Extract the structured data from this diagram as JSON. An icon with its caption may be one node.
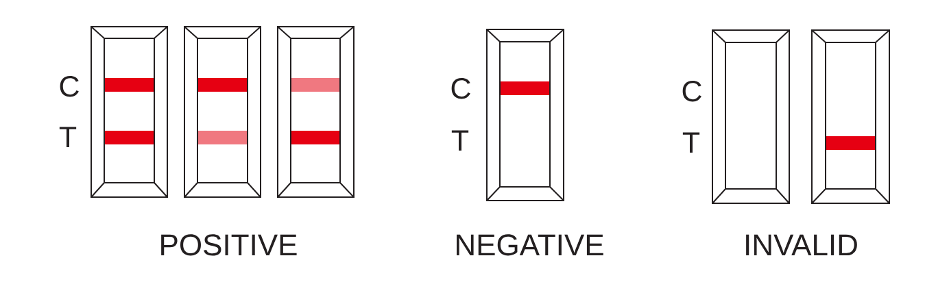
{
  "diagram": {
    "labels": [
      "C",
      "C",
      "C",
      "T",
      "T",
      "T",
      "POSITIVE",
      "NEGATIVE",
      "INVALID"
    ]
  }
}
